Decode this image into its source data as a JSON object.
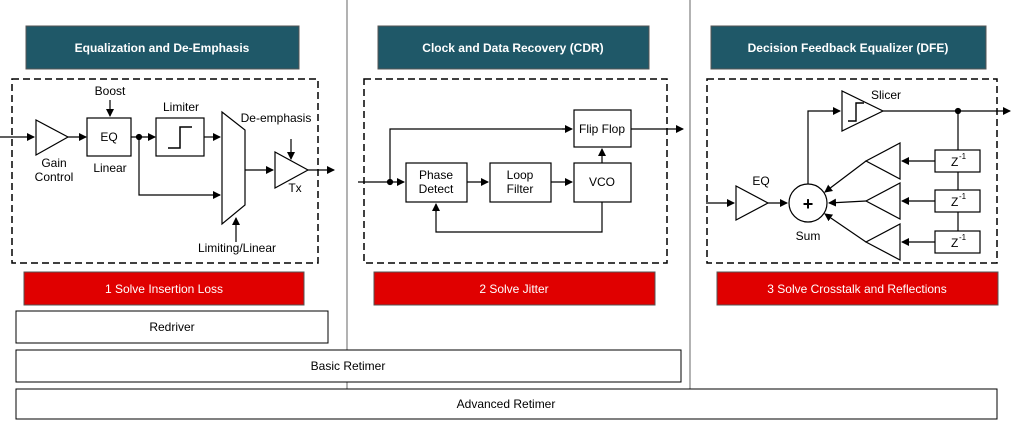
{
  "panels": {
    "left": {
      "title": "Equalization and De-Emphasis",
      "solution": "1 Solve Insertion Loss"
    },
    "middle": {
      "title": "Clock and Data Recovery (CDR)",
      "solution": "2 Solve Jitter"
    },
    "right": {
      "title": "Decision Feedback Equalizer (DFE)",
      "solution": "3 Solve Crosstalk and Reflections"
    }
  },
  "left_block": {
    "boost": "Boost",
    "eq": "EQ",
    "linear": "Linear",
    "gain_1": "Gain",
    "gain_2": "Control",
    "limiter": "Limiter",
    "deemphasis": "De-emphasis",
    "tx": "Tx",
    "limiting_linear": "Limiting/Linear"
  },
  "middle_block": {
    "phase_1": "Phase",
    "phase_2": "Detect",
    "loop_1": "Loop",
    "loop_2": "Filter",
    "vco": "VCO",
    "flipflop": "Flip Flop"
  },
  "right_block": {
    "eq": "EQ",
    "slicer": "Slicer",
    "sum": "Sum",
    "plus": "+",
    "z": "Z",
    "z_exp": "-1"
  },
  "bars": {
    "redriver": "Redriver",
    "basic": "Basic Retimer",
    "advanced": "Advanced Retimer"
  },
  "colors": {
    "header_bg": "#1f5868",
    "solution_bg": "#e00000",
    "divider": "#808080"
  }
}
